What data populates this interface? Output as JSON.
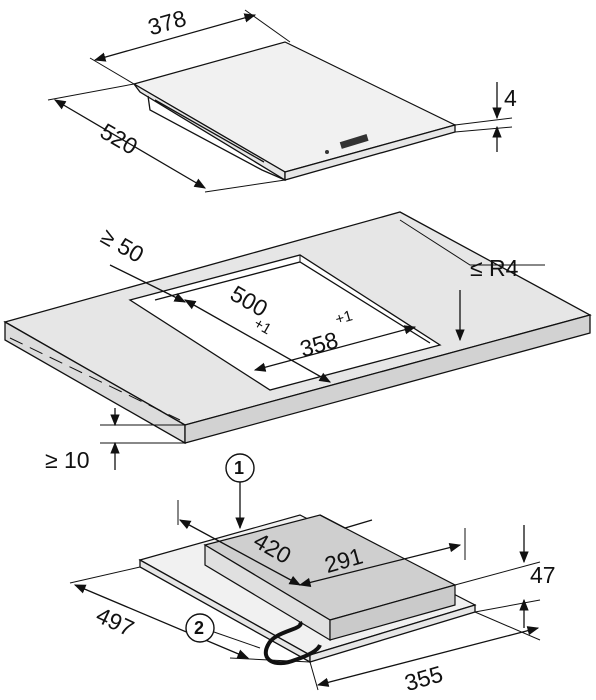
{
  "hob": {
    "width": "378",
    "depth": "520",
    "thickness": "4"
  },
  "cutout": {
    "min_edge": "≥ 50",
    "depth": "500",
    "depth_tol": "+1",
    "width": "358",
    "width_tol": "+1",
    "radius": "≤ R4",
    "min_thickness": "≥ 10"
  },
  "housing": {
    "callout_1": "1",
    "callout_2": "2",
    "depth_inner": "420",
    "width_inner": "291",
    "height": "47",
    "depth_outer": "497",
    "width_outer": "355"
  }
}
